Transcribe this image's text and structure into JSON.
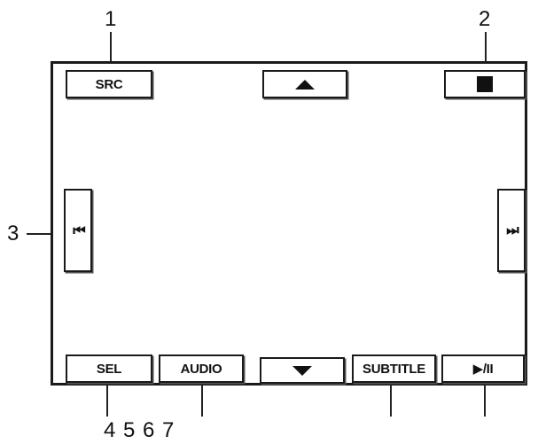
{
  "callouts": {
    "c1": "1",
    "c2": "2",
    "c3": "3",
    "bottom": "4 5 6 7"
  },
  "buttons": {
    "src_label": "SRC",
    "sel_label": "SEL",
    "audio_label": "AUDIO",
    "subtitle_label": "SUBTITLE",
    "play_pause_label": "▶/II"
  },
  "icons": {
    "up": "up-triangle-icon",
    "stop": "stop-square-icon",
    "prev": "skip-previous-icon",
    "next": "skip-next-icon",
    "down": "down-triangle-icon"
  },
  "colors": {
    "line": "#1a1a1a",
    "background": "#ffffff"
  }
}
